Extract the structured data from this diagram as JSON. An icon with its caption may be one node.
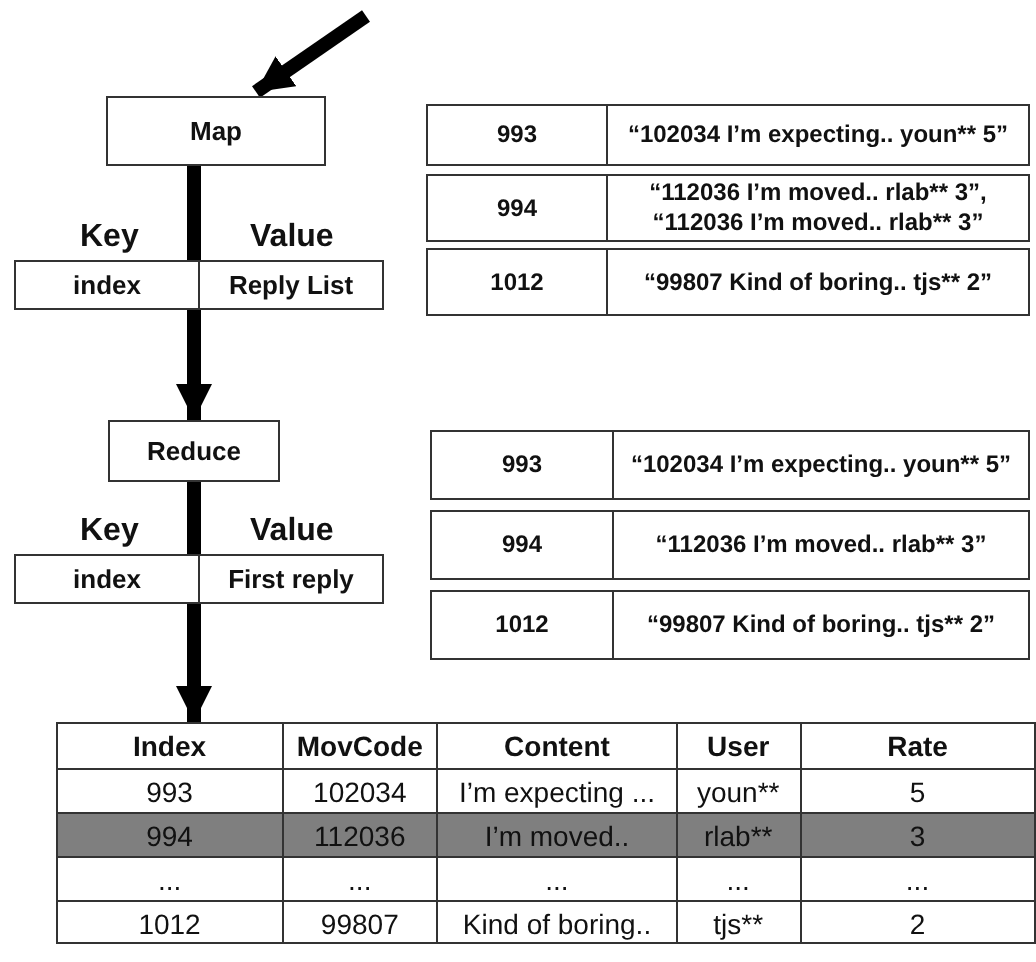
{
  "diagram": {
    "nodes": [
      {
        "text": [
          "Map"
        ]
      },
      {
        "text": [
          "Key",
          "Value",
          "index",
          "Reply List"
        ]
      },
      {
        "text": [
          "Reduce"
        ]
      },
      {
        "text": [
          "Key",
          "Value",
          "index",
          "First reply"
        ]
      },
      {
        "text": [
          "Index",
          "MovCode",
          "Content",
          "User",
          "Rate",
          "993",
          "102034",
          "I’m expecting ...",
          "youn**",
          "5",
          "994",
          "112036",
          "I’m moved..",
          "rlab**",
          "3",
          "...",
          "...",
          "...",
          "...",
          "...",
          "1012",
          "99807",
          "Kind of boring..",
          "tjs**",
          "2"
        ]
      }
    ],
    "edges": [
      {
        "from": null,
        "to": 0,
        "arrow": "to"
      },
      {
        "from": 0,
        "to": 1,
        "arrow": "none"
      },
      {
        "from": 1,
        "to": 2,
        "arrow": "to"
      },
      {
        "from": 2,
        "to": 3,
        "arrow": "none"
      },
      {
        "from": 3,
        "to": 4,
        "arrow": "to"
      }
    ],
    "labels": [
      "993",
      "“102034 I’m expecting.. youn** 5”",
      "994",
      "“112036 I’m moved.. rlab** 3”, “112036 I’m moved.. rlab** 3”",
      "1012",
      "“99807 Kind of boring.. tjs** 2”",
      "993",
      "“102034 I’m expecting.. youn** 5”",
      "994",
      "“112036 I’m moved.. rlab** 3”",
      "1012",
      "“99807 Kind of boring.. tjs** 2”"
    ]
  }
}
